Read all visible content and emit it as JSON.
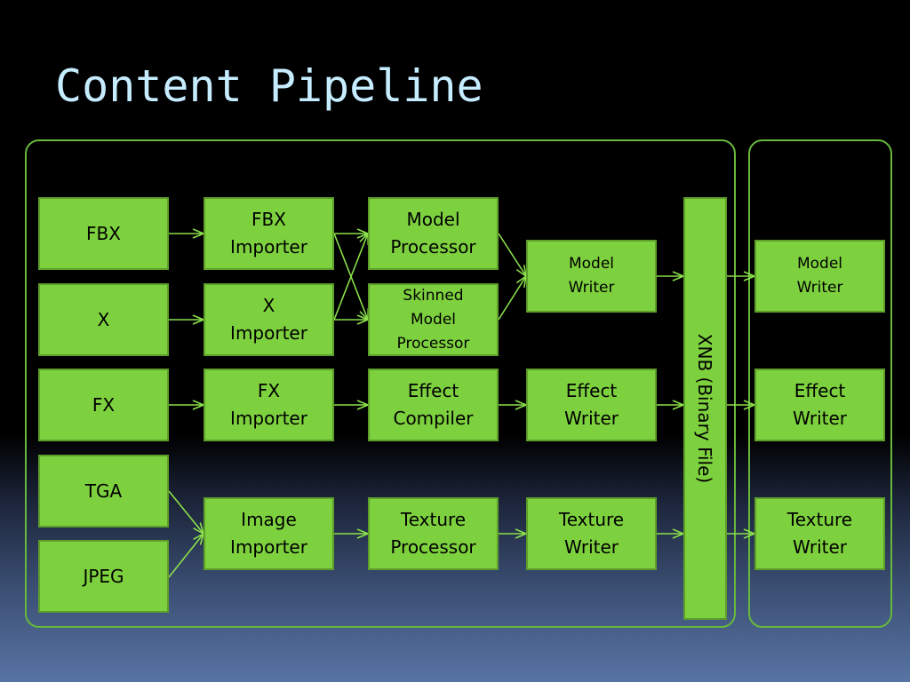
{
  "title": "Content Pipeline",
  "boxes": {
    "fbx": "FBX",
    "x": "X",
    "fx": "FX",
    "tga": "TGA",
    "jpeg": "JPEG",
    "fbx_importer": "FBX\nImporter",
    "x_importer": "X\nImporter",
    "fx_importer": "FX\nImporter",
    "image_importer": "Image\nImporter",
    "model_processor": "Model\nProcessor",
    "skinned_model_processor": "Skinned\nModel\nProcessor",
    "effect_compiler": "Effect\nCompiler",
    "texture_processor": "Texture\nProcessor",
    "model_writer": "Model\nWriter",
    "effect_writer": "Effect\nWriter",
    "texture_writer": "Texture\nWriter",
    "model_reader": "Model\nWriter",
    "effect_reader": "Effect\nWriter",
    "texture_reader": "Texture\nWriter"
  },
  "xnb_label": "XNB (Binary File)",
  "colors": {
    "box_fill": "#7ed13e",
    "box_border": "#5e9e2a",
    "connector": "#8be04a",
    "title": "#c6ecff"
  }
}
